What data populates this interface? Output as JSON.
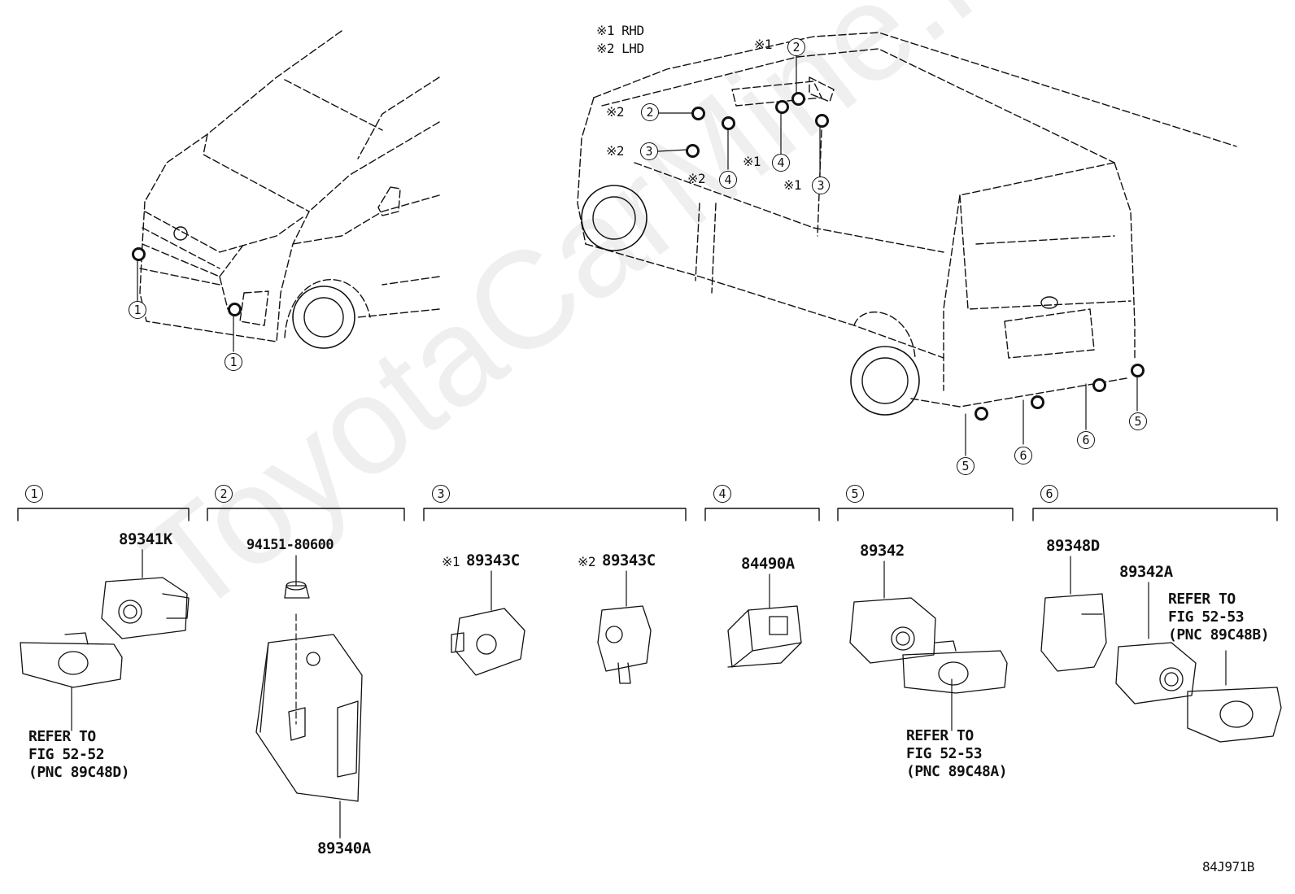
{
  "legend": {
    "rhd": "※1 RHD",
    "lhd": "※2 LHD"
  },
  "marker_note_1": "※1",
  "marker_note_2": "※2",
  "callouts": {
    "c1": "1",
    "c2": "2",
    "c3": "3",
    "c4": "4",
    "c5": "5",
    "c6": "6"
  },
  "groups": [
    {
      "index": "1"
    },
    {
      "index": "2"
    },
    {
      "index": "3"
    },
    {
      "index": "4"
    },
    {
      "index": "5"
    },
    {
      "index": "6"
    }
  ],
  "parts": {
    "p89341K": "89341K",
    "p94151": "94151-80600",
    "p89340A": "89340A",
    "p89343C_rhd": "89343C",
    "p89343C_lhd": "89343C",
    "p84490A": "84490A",
    "p89342": "89342",
    "p89348D": "89348D",
    "p89342A": "89342A"
  },
  "notes": {
    "refer_1": "REFER TO\nFIG 52-52\n(PNC 89C48D)",
    "refer_5": "REFER TO\nFIG 52-53\n(PNC 89C48A)",
    "refer_6": "REFER TO\nFIG 52-53\n(PNC 89C48B)"
  },
  "diagram_code": "84J971B",
  "watermark": "ToyotaCarMine.ru"
}
